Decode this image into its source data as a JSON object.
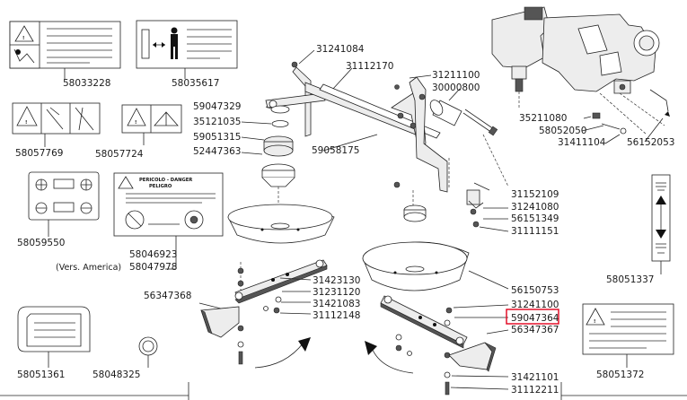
{
  "part_numbers": {
    "decal_warning_top": "58033228",
    "decal_distance": "58035617",
    "decal_hands": "58057769",
    "decal_manual": "58057724",
    "decal_rotation": "58059550",
    "decal_pericolo": "58046923",
    "decal_pericolo_us": "58047978",
    "decal_lube": "58051361",
    "ring": "58048325",
    "decal_warning_right": "58051372",
    "decal_vertical": "58051337",
    "bolt_top_left": "31241084",
    "pin_upper": "31112170",
    "bracket_top": "31211100",
    "rubber_buffer": "30000800",
    "ring_left": "59047329",
    "seal_left": "35121035",
    "bearing_left": "59051315",
    "hub_left": "52447363",
    "frame_bar": "59058175",
    "gearbox_pin": "35211080",
    "gearbox_bolt": "58052050",
    "gearbox_screw": "31411104",
    "gearbox_handle": "56152053",
    "bolt_right_1": "31152109",
    "bolt_right_2": "31241080",
    "nut_right": "56151349",
    "washer_right": "31111151",
    "blade_left": "56347368",
    "screw_left_1": "31423130",
    "washer_left": "31231120",
    "nut_left": "31421083",
    "bolt_left": "31112148",
    "disc_right": "56150753",
    "nut_right_2": "31241100",
    "blade_holder_highlighted": "59047364",
    "blade_right": "56347367",
    "screw_bottom_1": "31421101",
    "screw_bottom_2": "31112211"
  },
  "notes": {
    "america": "(Vers. America)"
  },
  "decal_text": {
    "pericolo_title": "PERICOLO - DANGER",
    "pericolo_sub": "PELIGRO"
  },
  "highlight_color": "#e0001b"
}
